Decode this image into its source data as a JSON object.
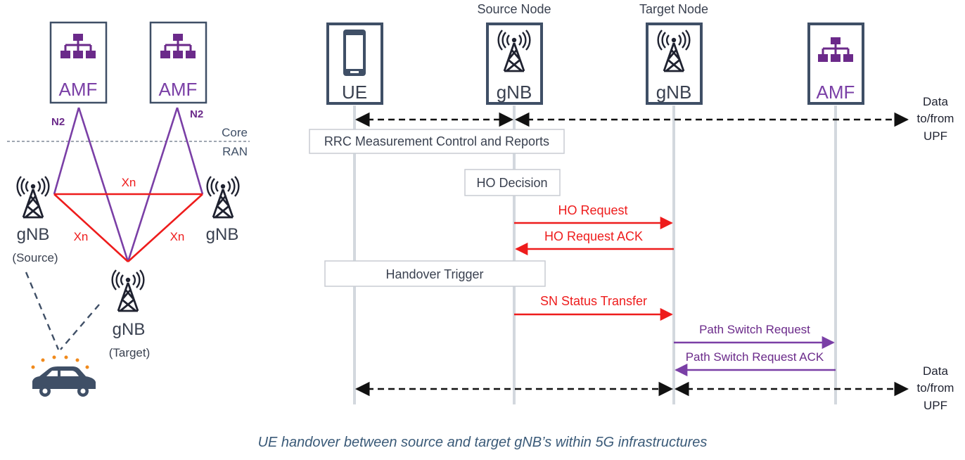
{
  "colors": {
    "navy": "#3f4f66",
    "purple": "#6b2a8a",
    "purple_light": "#7a3fa6",
    "red": "#ee1c1c",
    "lifeline": "#d3d8de",
    "box_border": "#c8ccd2",
    "text_dark": "#3a4150",
    "car": "#3f4f66",
    "signal": "#f08a1c"
  },
  "topology": {
    "amf_left_label": "AMF",
    "amf_right_label": "AMF",
    "n2_left": "N2",
    "n2_right": "N2",
    "core_label": "Core",
    "ran_label": "RAN",
    "xn_top": "Xn",
    "xn_left": "Xn",
    "xn_right": "Xn",
    "gnb_source_label": "gNB",
    "gnb_source_sub": "(Source)",
    "gnb_right_label": "gNB",
    "gnb_target_label": "gNB",
    "gnb_target_sub": "(Target)"
  },
  "sequence": {
    "source_node_title": "Source Node",
    "target_node_title": "Target Node",
    "participants": {
      "ue": "UE",
      "source_gnb": "gNB",
      "target_gnb": "gNB",
      "amf": "AMF"
    },
    "data_top": [
      "Data",
      "to/from",
      "UPF"
    ],
    "data_bottom": [
      "Data",
      "to/from",
      "UPF"
    ],
    "steps": {
      "rrc": "RRC Measurement Control and Reports",
      "ho_decision": "HO Decision",
      "ho_request": "HO Request",
      "ho_request_ack": "HO Request ACK",
      "handover_trigger": "Handover Trigger",
      "sn_status": "SN Status Transfer",
      "path_switch": "Path Switch Request",
      "path_switch_ack": "Path Switch Request ACK"
    }
  },
  "caption": "UE handover between source and target gNB’s within 5G infrastructures"
}
